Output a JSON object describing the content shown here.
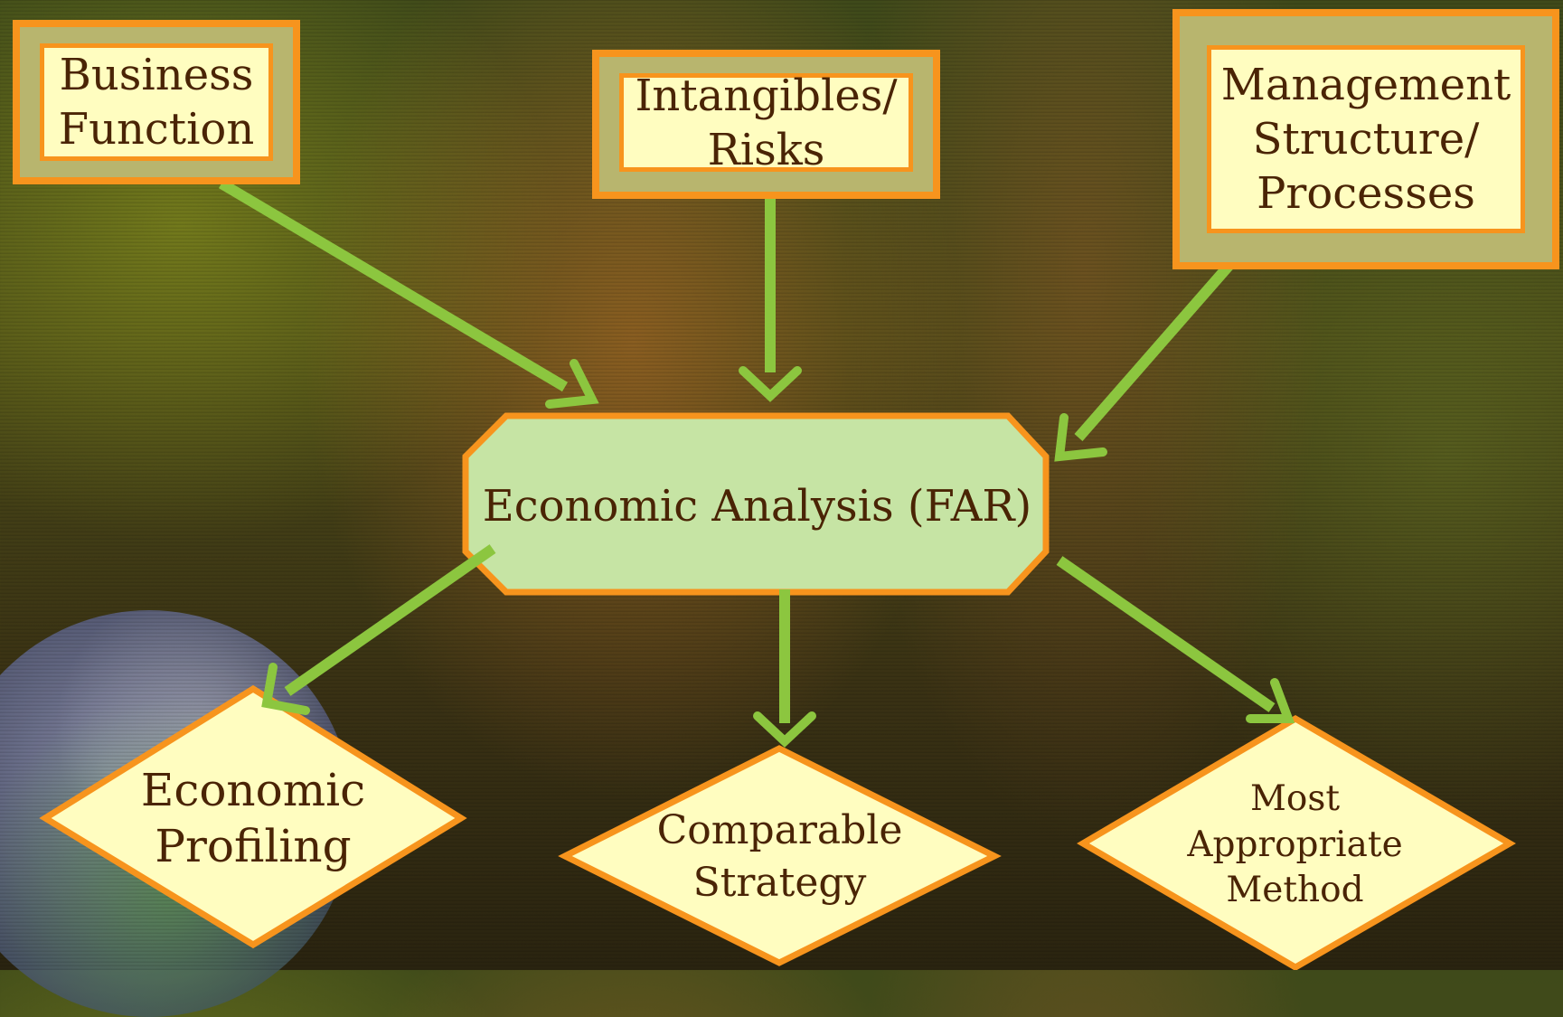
{
  "inputs": {
    "business_function": "Business\nFunction",
    "intangibles_risks": "Intangibles/\nRisks",
    "management_structure": "Management\nStructure/\nProcesses"
  },
  "hub": {
    "label": "Economic Analysis (FAR)"
  },
  "outputs": {
    "economic_profiling": "Economic\nProfiling",
    "comparable_strategy": "Comparable\nStrategy",
    "most_appropriate_method": "Most\nAppropriate\nMethod"
  },
  "colors": {
    "border_orange": "#f7941d",
    "box_fill": "#fffdc0",
    "hub_fill": "#c6e4a4",
    "arrow_green": "#8cc63f",
    "text_brown": "#4a2405"
  }
}
